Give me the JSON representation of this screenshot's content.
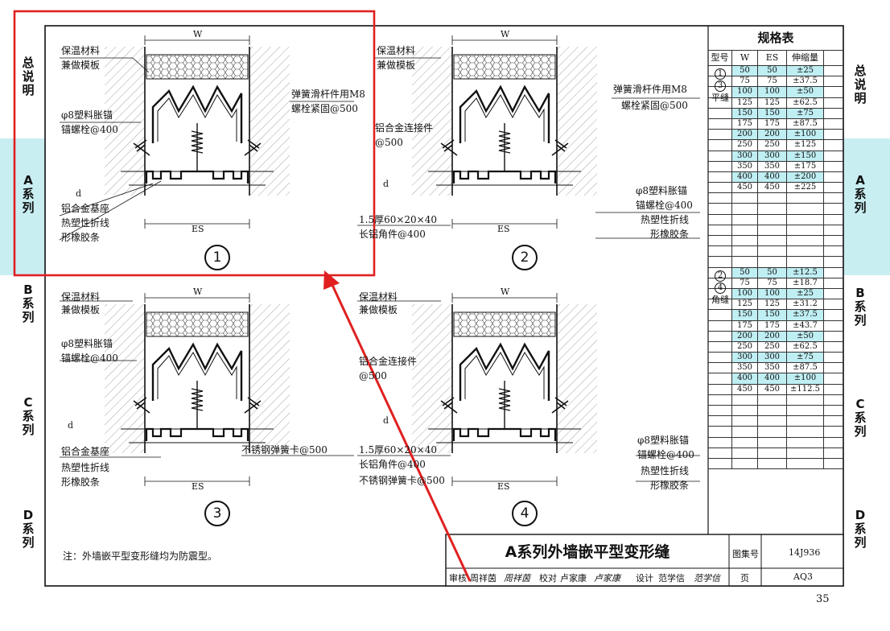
{
  "side_tabs": [
    "总说明",
    "A系列",
    "B系列",
    "C系列",
    "D系列"
  ],
  "labels": {
    "insulation": "保温材料",
    "formwork": "兼做模板",
    "spring_rod": "弹簧滑杆件用M8",
    "bolt_fix": "螺栓紧固@500",
    "anchor1": "φ8塑料胀锚",
    "anchor2": "锚螺栓@400",
    "alloy_connector": "铝合金连接件",
    "at500": "@500",
    "alloy_base": "铝合金基座",
    "rubber1": "热塑性折线",
    "rubber2": "形橡胶条",
    "angle1": "1.5厚60×20×40",
    "angle2": "长铝角件@400",
    "steel_clip": "不锈钢弹簧卡@500",
    "W": "W",
    "ES": "ES",
    "d": "d"
  },
  "detail_numbers": [
    "1",
    "2",
    "3",
    "4"
  ],
  "spec_table": {
    "title": "规格表",
    "headers": [
      "型号",
      "W",
      "ES",
      "伸缩量"
    ],
    "group1": {
      "marks": [
        "1",
        "3"
      ],
      "name": "平缝",
      "rows": [
        [
          "50",
          "50",
          "±25"
        ],
        [
          "75",
          "75",
          "±37.5"
        ],
        [
          "100",
          "100",
          "±50"
        ],
        [
          "125",
          "125",
          "±62.5"
        ],
        [
          "150",
          "150",
          "±75"
        ],
        [
          "175",
          "175",
          "±87.5"
        ],
        [
          "200",
          "200",
          "±100"
        ],
        [
          "250",
          "250",
          "±125"
        ],
        [
          "300",
          "300",
          "±150"
        ],
        [
          "350",
          "350",
          "±175"
        ],
        [
          "400",
          "400",
          "±200"
        ],
        [
          "450",
          "450",
          "±225"
        ]
      ]
    },
    "group2": {
      "marks": [
        "2",
        "4"
      ],
      "name": "角缝",
      "rows": [
        [
          "50",
          "50",
          "±12.5"
        ],
        [
          "75",
          "75",
          "±18.7"
        ],
        [
          "100",
          "100",
          "±25"
        ],
        [
          "125",
          "125",
          "±31.2"
        ],
        [
          "150",
          "150",
          "±37.5"
        ],
        [
          "175",
          "175",
          "±43.7"
        ],
        [
          "200",
          "200",
          "±50"
        ],
        [
          "250",
          "250",
          "±62.5"
        ],
        [
          "300",
          "300",
          "±75"
        ],
        [
          "350",
          "350",
          "±87.5"
        ],
        [
          "400",
          "400",
          "±100"
        ],
        [
          "450",
          "450",
          "±112.5"
        ]
      ]
    },
    "highlight_rows": [
      0,
      2,
      4,
      6,
      8,
      10
    ],
    "highlight_color": "#bfeef3"
  },
  "note": "注：外墙嵌平型变形缝均为防震型。",
  "title_block": {
    "title": "A系列外墙嵌平型变形缝",
    "atlas_label": "图集号",
    "atlas_no": "14J936",
    "page_label": "页",
    "page_code": "AQ3",
    "roles": [
      "审核",
      "周祥茵",
      "校对",
      "卢家康",
      "设计",
      "范学信"
    ],
    "signatures": [
      "周祥茵",
      "卢家康",
      "范学信"
    ]
  },
  "page_number": "35",
  "colors": {
    "highlight_box": "#e02020",
    "band": "#c9eef2"
  }
}
